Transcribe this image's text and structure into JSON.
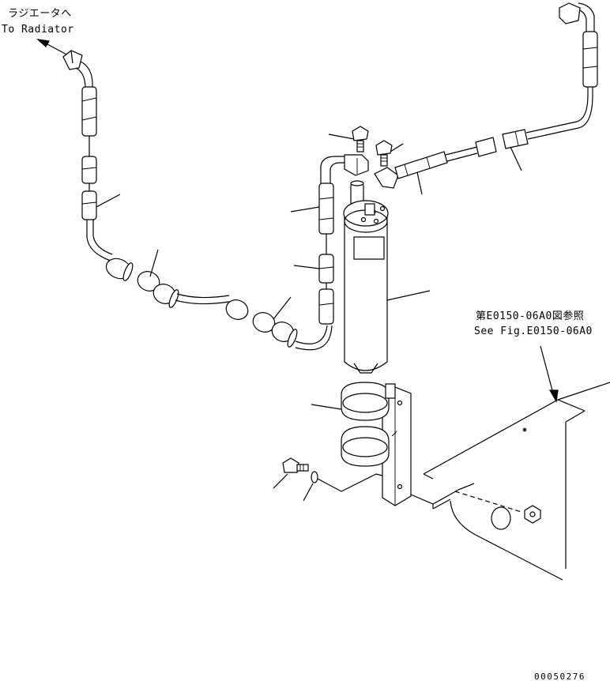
{
  "labels": {
    "to_radiator_jp": "ラジエータへ",
    "to_radiator_en": "To Radiator",
    "reference_jp": "第E0150-06A0図参照",
    "reference_en": "See Fig.E0150-06A0",
    "drawing_number": "00050276"
  },
  "colors": {
    "line": "#000000",
    "background": "#ffffff"
  },
  "icons": [
    "arrow-icon"
  ]
}
